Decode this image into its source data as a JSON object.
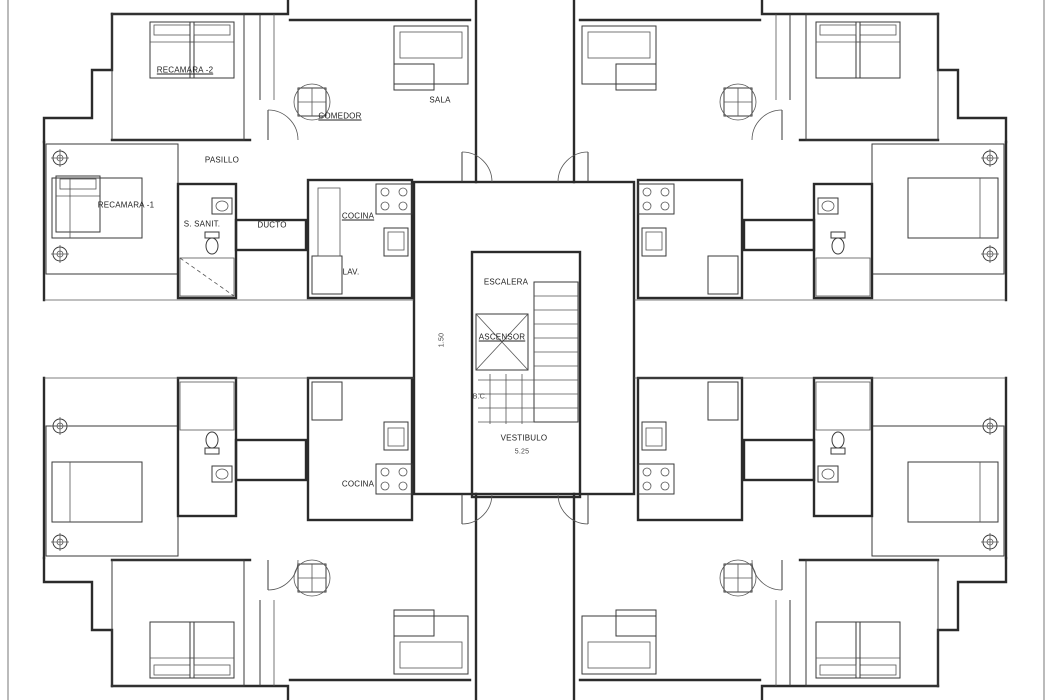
{
  "labels": {
    "recamara_2": "RECAMARA -2",
    "comedor": "COMEDOR",
    "sala": "SALA",
    "pasillo": "PASILLO",
    "recamara_1": "RECAMARA -1",
    "s_sanit": "S. SANIT.",
    "cocina": "COCINA",
    "lav": "LAV.",
    "escalera": "ESCALERA",
    "ascensor": "ASCENSOR",
    "vestibulo": "VESTIBULO",
    "ducto": "DUCTO",
    "dim_vert": "1.50",
    "dim_horiz": "5.25",
    "level_bc": "B.C."
  },
  "colors": {
    "line": "#2b2b2b",
    "background": "#ffffff"
  }
}
